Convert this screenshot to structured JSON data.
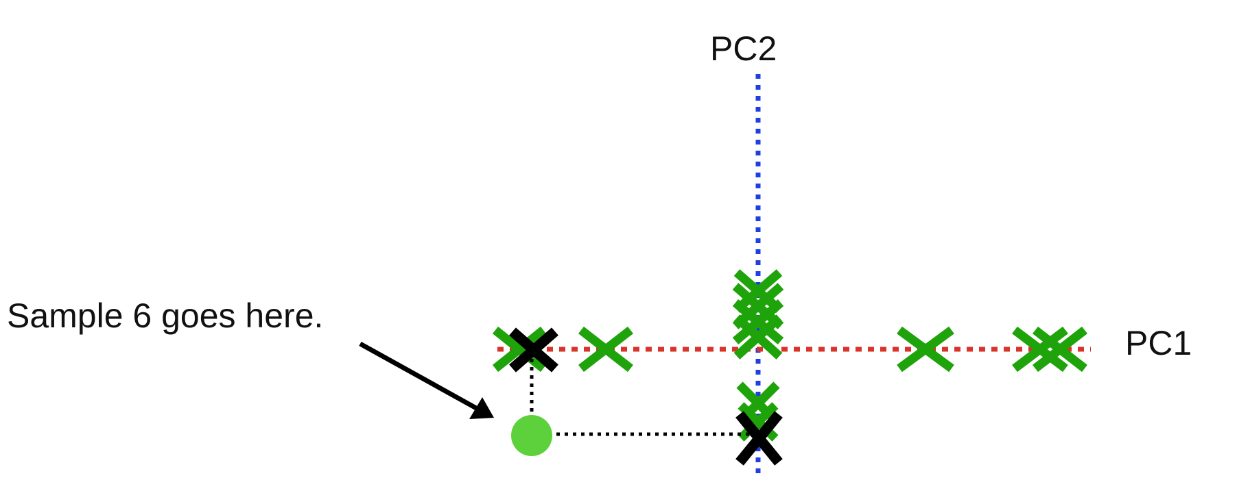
{
  "labels": {
    "pc2": "PC2",
    "pc1": "PC1",
    "note": "Sample 6 goes here."
  },
  "colors": {
    "pc1_axis": "#d9342b",
    "pc2_axis": "#1f3fe0",
    "projection_marker": "#1fa30a",
    "highlighted_marker": "#000000",
    "sample_point": "#5cd13b",
    "guide_lines": "#000000",
    "arrow": "#000000"
  },
  "icons": {
    "projection_marker": "cross-x-icon",
    "highlighted_marker": "cross-x-icon",
    "sample_point": "circle-dot-icon",
    "arrow": "arrow-icon"
  }
}
